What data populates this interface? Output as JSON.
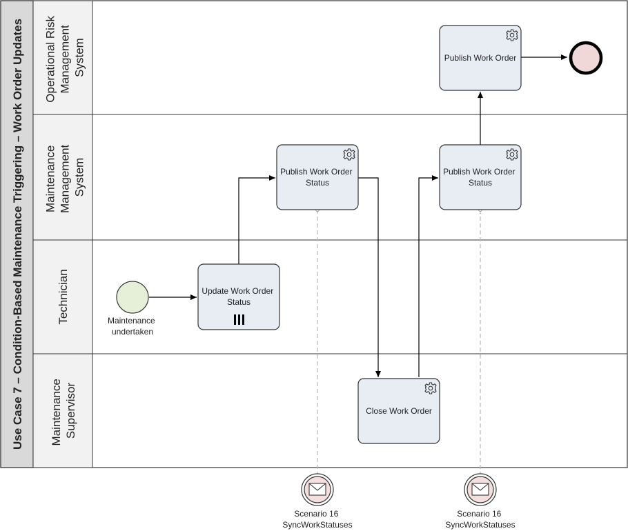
{
  "pool": {
    "title": "Use Case 7 – Condition-Based Maintenance Triggering – Work Order Updates"
  },
  "lanes": [
    {
      "lines": [
        "Operational Risk",
        "Management",
        "System"
      ]
    },
    {
      "lines": [
        "Maintenance",
        "Management",
        "System"
      ]
    },
    {
      "lines": [
        "Technician"
      ]
    },
    {
      "lines": [
        "Maintenance",
        "Supervisor"
      ]
    }
  ],
  "events": {
    "start": {
      "lines": [
        "Maintenance",
        "undertaken"
      ]
    },
    "message_1": {
      "lines": [
        "Scenario 16",
        "SyncWorkStatuses"
      ],
      "icon": "envelope-icon"
    },
    "message_2": {
      "lines": [
        "Scenario 16",
        "SyncWorkStatuses"
      ],
      "icon": "envelope-icon"
    }
  },
  "tasks": {
    "update_status": {
      "lines": [
        "Update Work Order",
        "Status"
      ],
      "marker": "parallel-multi-instance-icon"
    },
    "publish_status_1": {
      "lines": [
        "Publish Work Order",
        "Status"
      ],
      "icon": "gear-icon"
    },
    "close_order": {
      "lines": [
        "Close Work Order"
      ],
      "icon": "gear-icon"
    },
    "publish_status_2": {
      "lines": [
        "Publish Work Order",
        "Status"
      ],
      "icon": "gear-icon"
    },
    "publish_order": {
      "lines": [
        "Publish Work Order"
      ],
      "icon": "gear-icon"
    }
  },
  "colors": {
    "task_fill": "#e8ecf3",
    "lane_header_fill": "#f2f2f2",
    "start_event_fill": "#e6f0d8",
    "end_event_fill": "#f0d8d8",
    "message_event_fill": "#f5dede",
    "association_line": "#b8b8b8"
  }
}
